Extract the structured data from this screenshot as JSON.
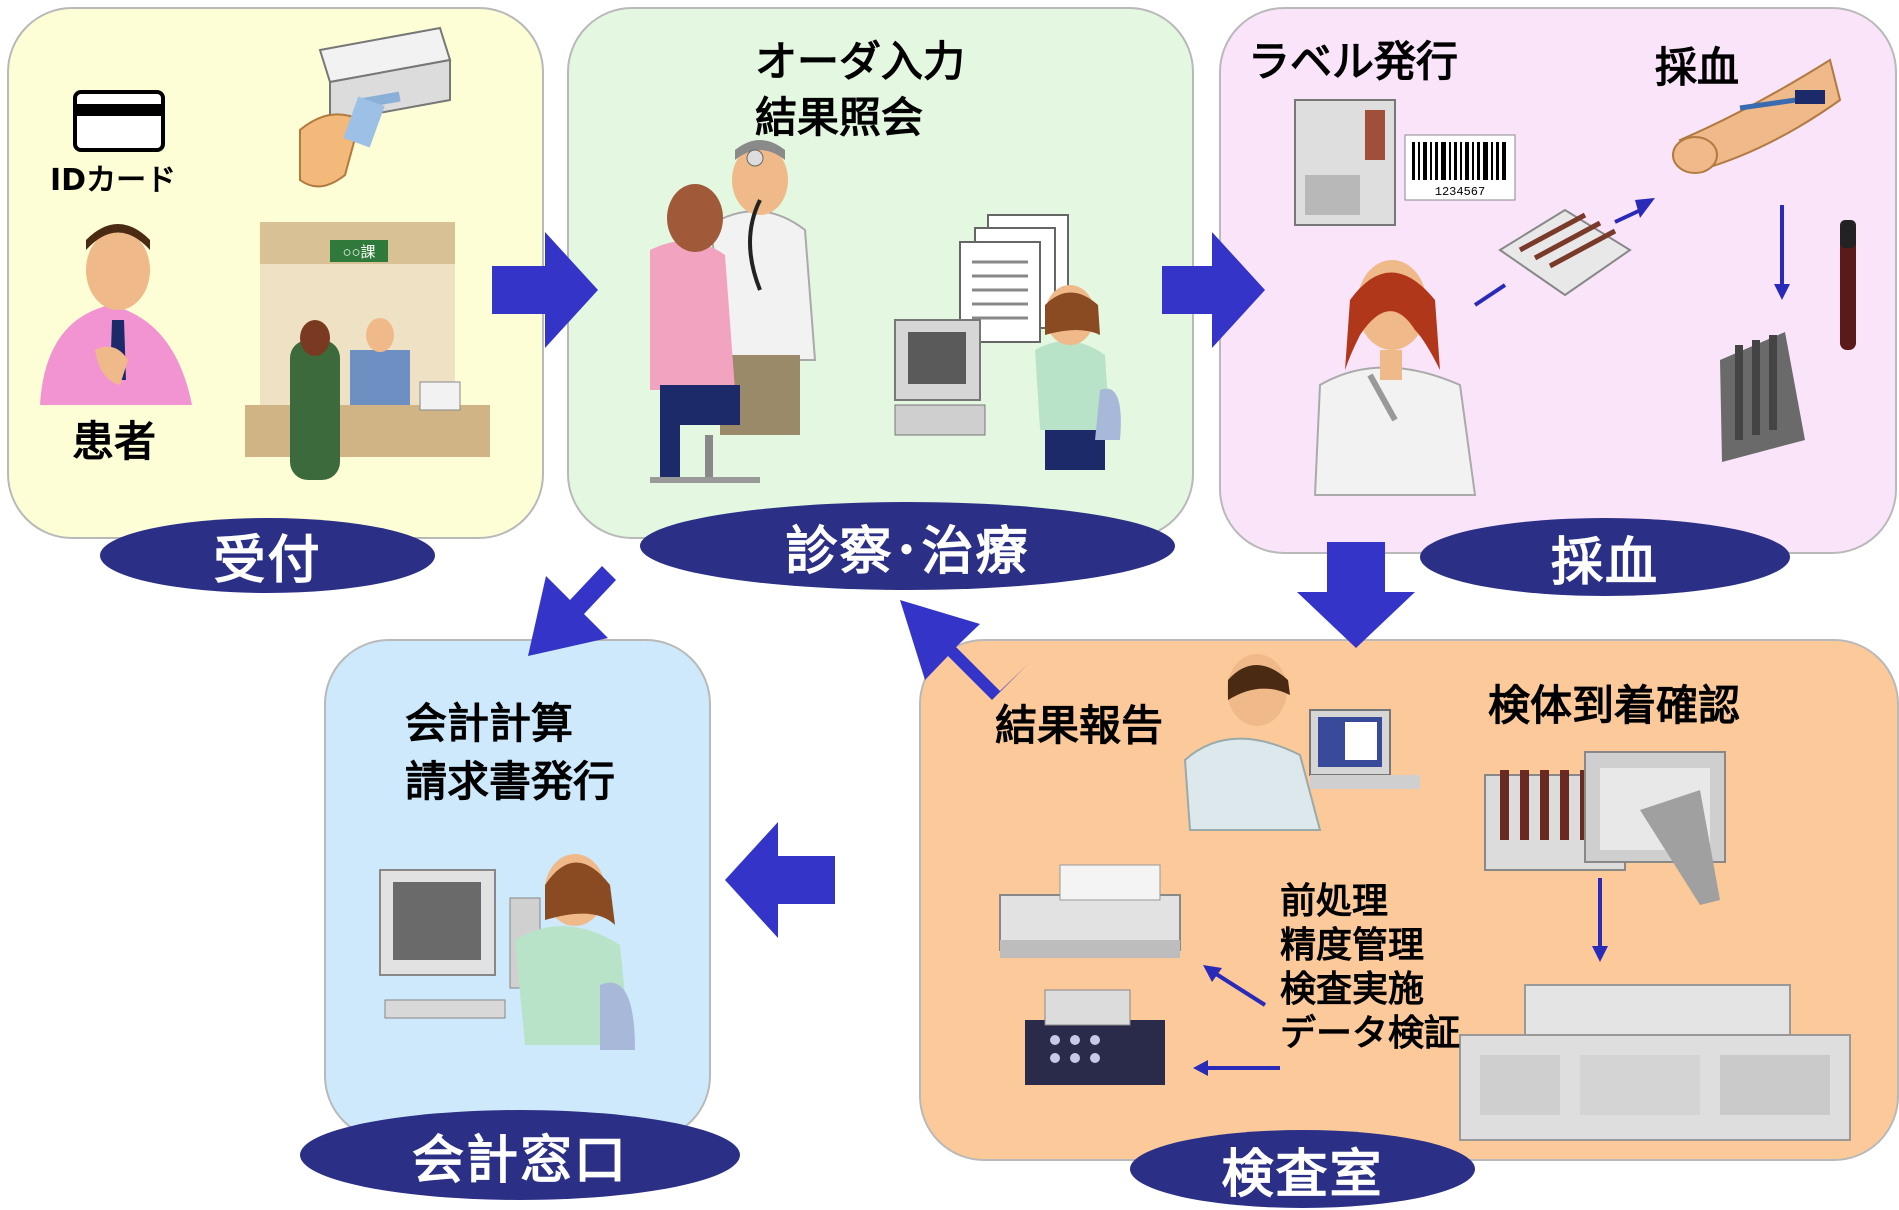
{
  "colors": {
    "reception_bg": "#fdfdd6",
    "consult_bg": "#e4f8e1",
    "blood_bg": "#fae4fa",
    "lab_bg": "#fcc99b",
    "billing_bg": "#cde9fb",
    "pill": "#2b2f86",
    "arrow": "#3434c8"
  },
  "reception": {
    "title": "受付",
    "id_card": "IDカード",
    "patient": "患者",
    "counter_sign": "○○課"
  },
  "consultation": {
    "title": "診察･治療",
    "line1": "オーダ入力",
    "line2": "結果照会"
  },
  "blood": {
    "title": "採血",
    "label_issue": "ラベル発行",
    "draw": "採血",
    "barcode_digits": "1234567"
  },
  "lab": {
    "title": "検査室",
    "result_report": "結果報告",
    "arrival_check": "検体到着確認",
    "steps": [
      "前処理",
      "精度管理",
      "検査実施",
      "データ検証"
    ]
  },
  "billing": {
    "title": "会計窓口",
    "line1": "会計計算",
    "line2": "請求書発行"
  }
}
